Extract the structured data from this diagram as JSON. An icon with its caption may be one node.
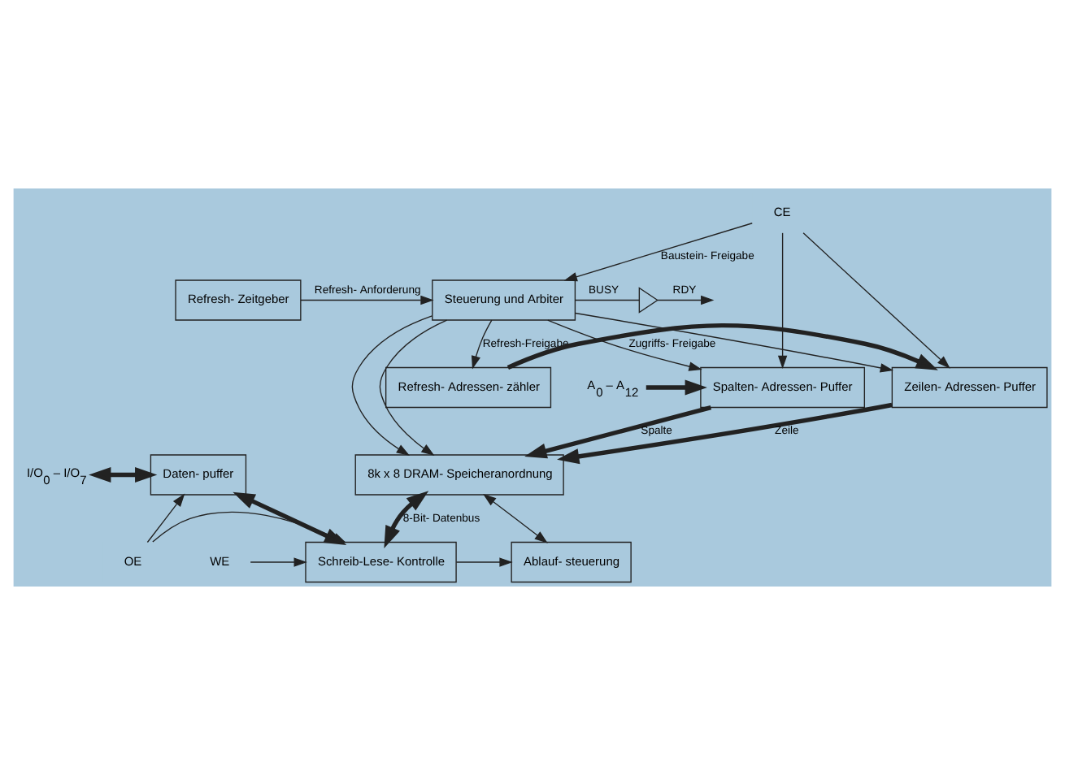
{
  "diagram": {
    "nodes": [
      {
        "text": [
          "Refresh- Zeitgeber"
        ]
      },
      {
        "text": [
          "Steuerung und Arbiter"
        ]
      },
      {
        "text": [
          "Spalten- Adressen- Puffer"
        ]
      },
      {
        "text": [
          "Zeilen- Adressen- Puffer"
        ]
      },
      {
        "text": [
          "Refresh- Adressen- zähler"
        ]
      },
      {
        "text": [
          "8k x 8 DRAM- Speicheranordnung"
        ]
      },
      {
        "text": [
          "Daten- puffer"
        ]
      },
      {
        "text": [
          "Schreib-Lese- Kontrolle"
        ]
      },
      {
        "text": [
          "Ablauf- steuerung"
        ]
      },
      {
        "text": [
          "CE"
        ]
      },
      {
        "text": [
          "A$_{0}$ – A$_{12}$"
        ]
      },
      {
        "text": [
          "I/O$_{0}$ – I/O$_{7}$"
        ]
      },
      {
        "text": [
          "OE"
        ]
      },
      {
        "text": [
          "WE"
        ]
      },
      {
        "text": [],
        "shape": "triangle"
      }
    ],
    "edges": [
      {
        "from": 0,
        "to": 1,
        "arrow": "to",
        "label": "Refresh- Anforderung"
      },
      {
        "from": 1,
        "to": 14,
        "arrow": "none",
        "label": "BUSY"
      },
      {
        "from": 14,
        "to": null,
        "arrow": "to",
        "label": "RDY"
      },
      {
        "from": 9,
        "to": 1,
        "arrow": "to",
        "label": "Baustein- Freigabe"
      },
      {
        "from": 9,
        "to": 2,
        "arrow": "to"
      },
      {
        "from": 9,
        "to": 3,
        "arrow": "to"
      },
      {
        "from": 1,
        "to": 2,
        "arrow": "to",
        "label": "Zugriffs- Freigabe"
      },
      {
        "from": 1,
        "to": 3,
        "arrow": "to"
      },
      {
        "from": 1,
        "to": 5,
        "arrow": "to"
      },
      {
        "from": 1,
        "to": 5,
        "arrow": "to"
      },
      {
        "from": 1,
        "to": 4,
        "arrow": "to",
        "label": "Refresh-Freigabe"
      },
      {
        "from": 10,
        "to": 2,
        "arrow": "to",
        "style": "thick"
      },
      {
        "from": 4,
        "to": 3,
        "arrow": "to",
        "style": "thick"
      },
      {
        "from": 3,
        "to": 5,
        "arrow": "to",
        "style": "thick",
        "label": "Zeile"
      },
      {
        "from": 2,
        "to": 5,
        "arrow": "to",
        "style": "thick",
        "label": "Spalte"
      },
      {
        "from": 11,
        "to": 6,
        "arrow": "both",
        "style": "thick"
      },
      {
        "from": 6,
        "to": 7,
        "arrow": "both",
        "style": "thick"
      },
      {
        "from": 5,
        "to": 7,
        "arrow": "both",
        "style": "thick",
        "label": "8-Bit- Datenbus"
      },
      {
        "from": 5,
        "to": 8,
        "arrow": "both"
      },
      {
        "from": 12,
        "to": 7,
        "arrow": "to"
      },
      {
        "from": 12,
        "to": 6,
        "arrow": "to"
      },
      {
        "from": 13,
        "to": 7,
        "arrow": "to"
      },
      {
        "from": 7,
        "to": 8,
        "arrow": "to"
      }
    ]
  }
}
